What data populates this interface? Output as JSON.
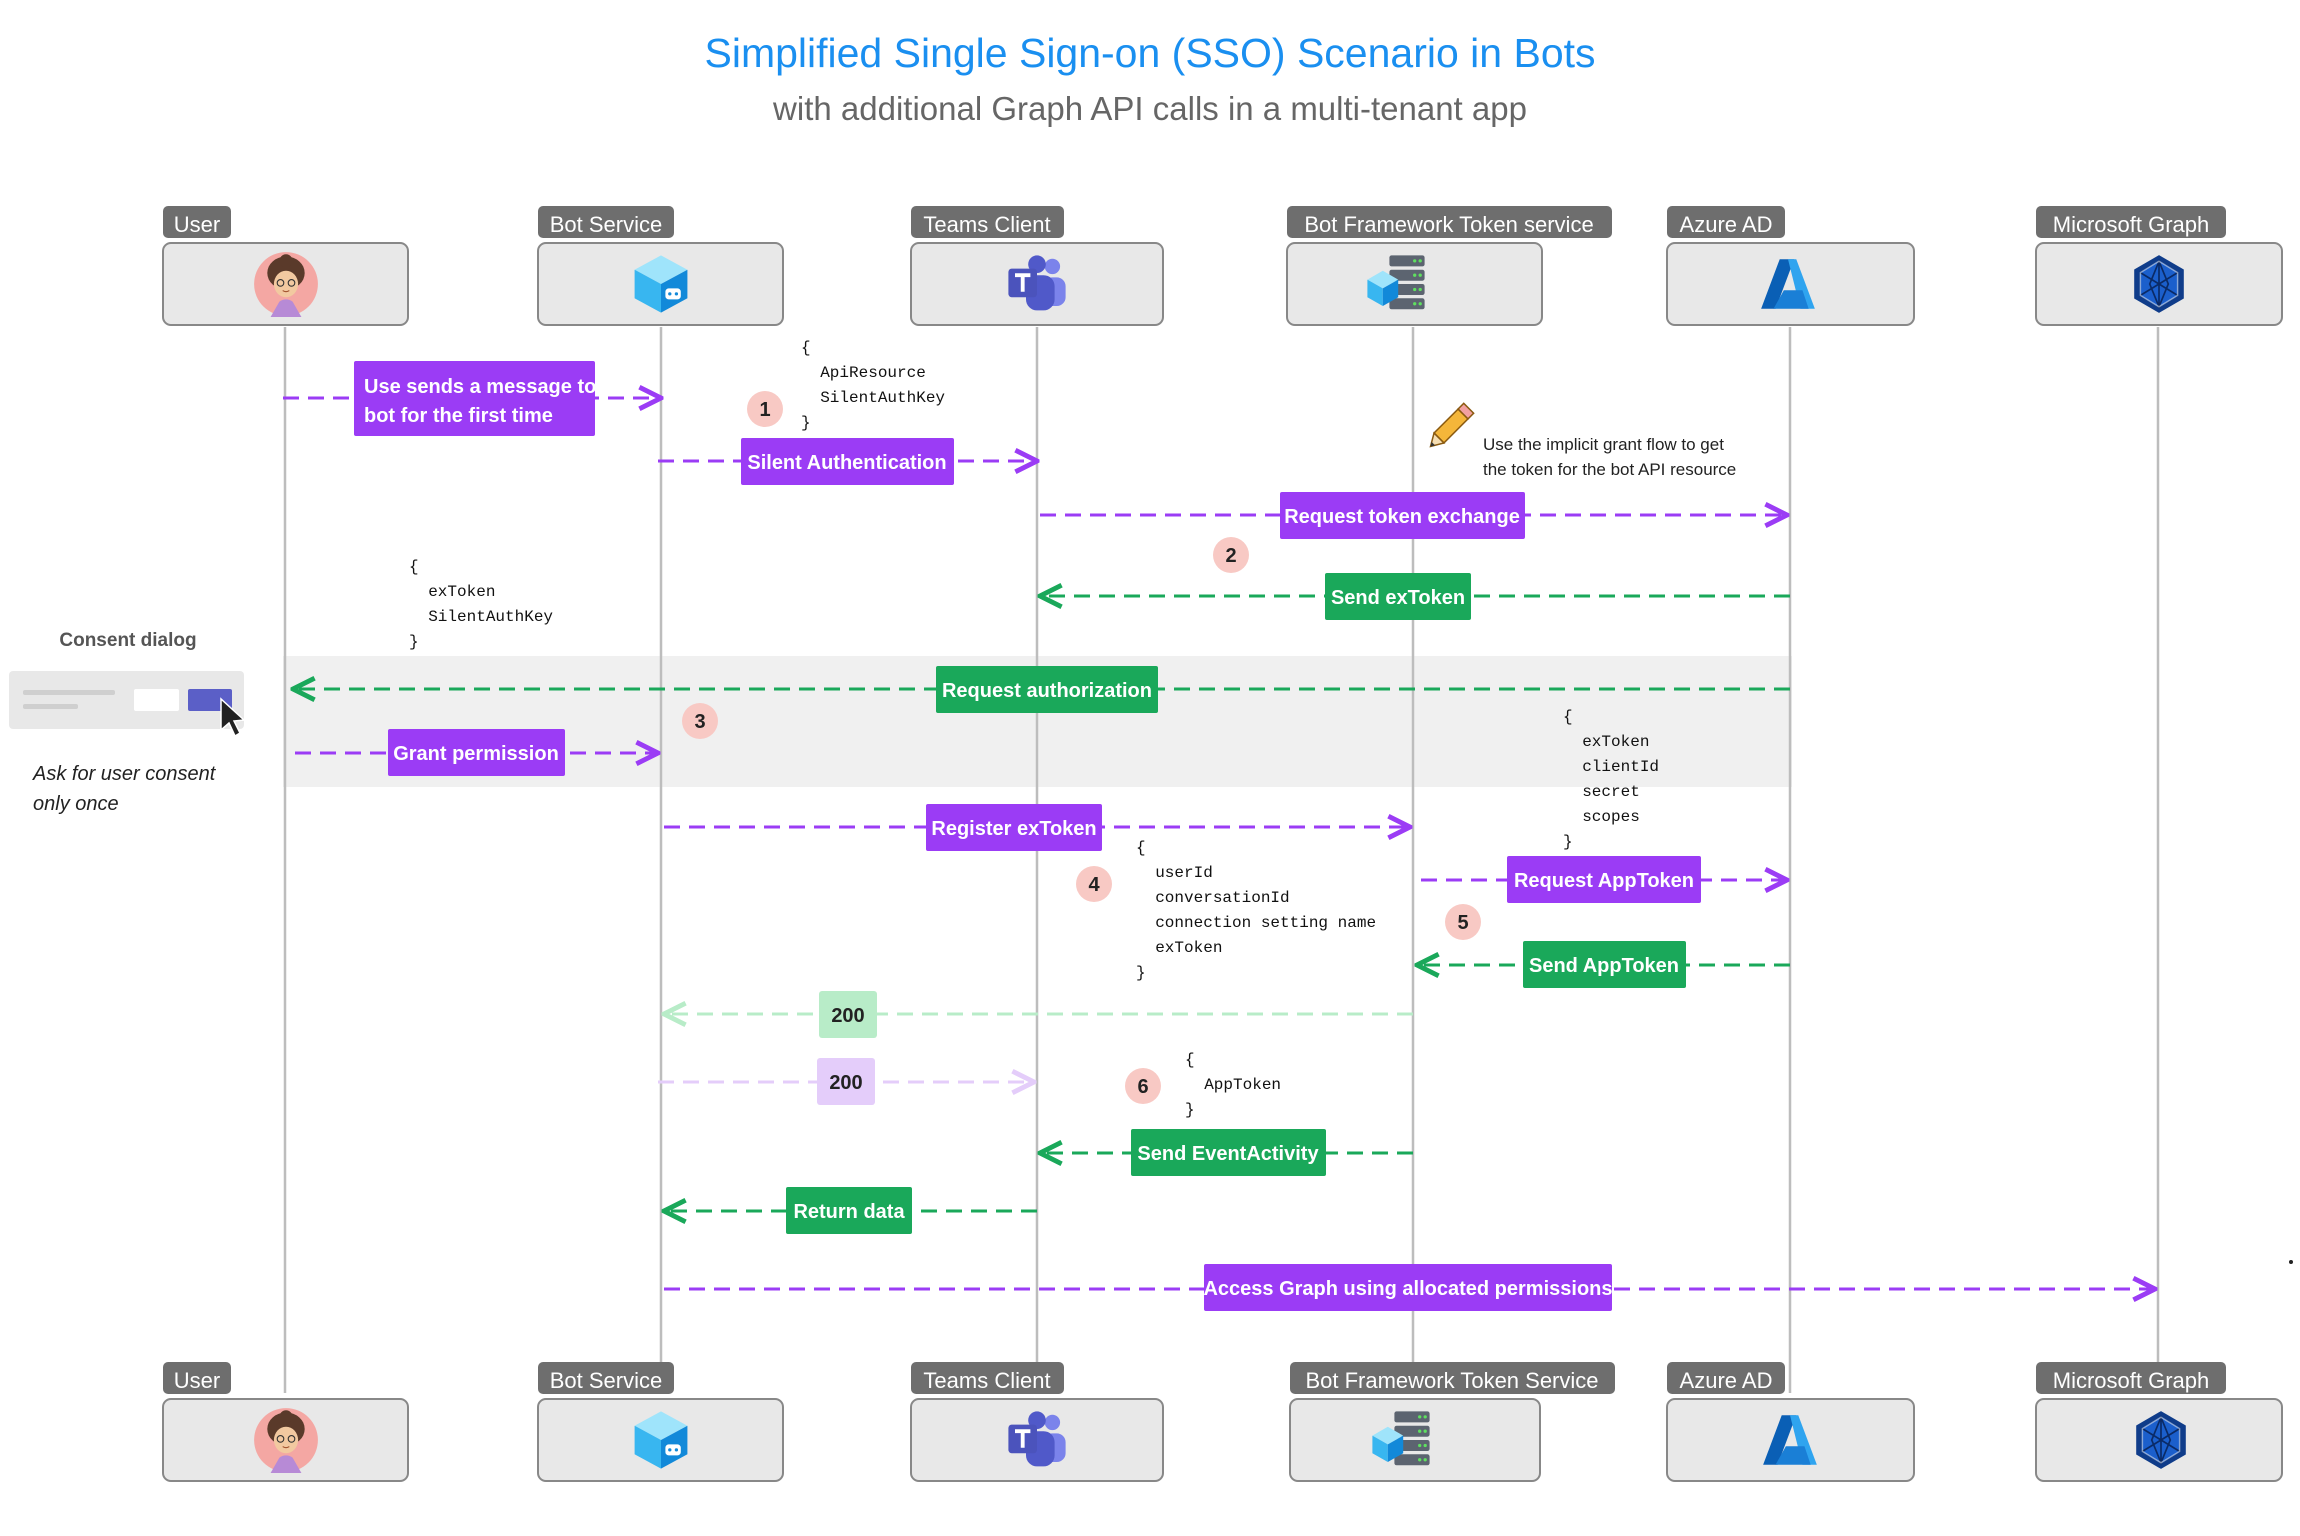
{
  "title": "Simplified Single Sign-on (SSO) Scenario in Bots",
  "subtitle": "with additional Graph API calls in a multi-tenant app",
  "colors": {
    "title": "#1a8ff0",
    "subtitle": "#666666",
    "purple": "#9b3cf5",
    "green": "#1aa85a",
    "light_green": "#b8ecc8",
    "light_purple": "#e4cdfa",
    "step_badge": "#f8c9c4",
    "participant_label": "#6e6e6e",
    "band": "#f0f0f0"
  },
  "participants": {
    "user": {
      "label": "User",
      "label_bottom": "User",
      "icon": "user-avatar-icon"
    },
    "bot_service": {
      "label": "Bot Service",
      "label_bottom": "Bot Service",
      "icon": "bot-service-cube-icon"
    },
    "teams_client": {
      "label": "Teams Client",
      "label_bottom": "Teams Client",
      "icon": "teams-icon"
    },
    "token_service": {
      "label": "Bot Framework Token service",
      "label_bottom": "Bot Framework Token Service",
      "icon": "token-service-icon"
    },
    "azure_ad": {
      "label": "Azure AD",
      "label_bottom": "Azure AD",
      "icon": "azure-ad-icon"
    },
    "graph": {
      "label": "Microsoft Graph",
      "label_bottom": "Microsoft Graph",
      "icon": "microsoft-graph-icon"
    }
  },
  "messages": {
    "m1": "Use sends a message to\nbot for the first time",
    "m2": "Silent Authentication",
    "m3": "Request token exchange",
    "m4": "Send exToken",
    "m5": "Request authorization",
    "m6": "Grant permission",
    "m7": "Register exToken",
    "m8": "Request AppToken",
    "m9": "Send AppToken",
    "m10": "200",
    "m11": "200",
    "m12": "Send EventActivity",
    "m13": "Return data",
    "m14": "Access Graph using allocated permissions"
  },
  "steps": [
    "1",
    "2",
    "3",
    "4",
    "5",
    "6"
  ],
  "code_blocks": {
    "c1": "{\n  ApiResource\n  SilentAuthKey\n}",
    "c2": "{\n  exToken\n  SilentAuthKey\n}",
    "c3": "{\n  exToken\n  clientId\n  secret\n  scopes\n}",
    "c4": "{\n  userId\n  conversationId\n  connection setting name\n  exToken\n}",
    "c5": "{\n  AppToken\n}"
  },
  "notes": {
    "implicit_grant": "Use the implicit grant flow to get\nthe token for the bot API resource",
    "consent_dialog_title": "Consent dialog",
    "consent_once": "Ask for user consent\nonly once"
  }
}
